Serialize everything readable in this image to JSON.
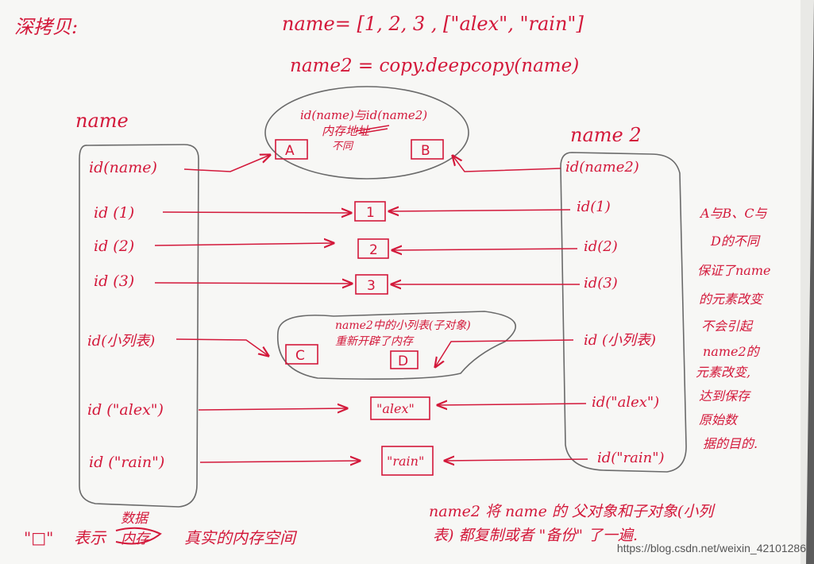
{
  "page_title": "深拷贝:",
  "code": {
    "line1": "name= [1, 2, 3 , [\"alex\", \"rain\"]",
    "line2": "name2 = copy.deepcopy(name)"
  },
  "left_column": {
    "label": "name",
    "items": [
      "id(name)",
      "id (1)",
      "id (2)",
      "id (3)",
      "id(小列表)",
      "id (\"alex\")",
      "id (\"rain\")"
    ]
  },
  "right_column": {
    "label": "name 2",
    "items": [
      "id(name2)",
      "id(1)",
      "id(2)",
      "id(3)",
      "id (小列表)",
      "id(\"alex\")",
      "id(\"rain\")"
    ]
  },
  "top_bubble": {
    "line1": "id(name)与id(name2)",
    "line2": "内存地址",
    "line3": "不同",
    "box_left": "A",
    "box_right": "B"
  },
  "value_boxes": [
    "1",
    "2",
    "3",
    "\"alex\"",
    "\"rain\""
  ],
  "mid_bubble": {
    "line1": "name2中的小列表(子对象)",
    "line2": "重新开辟了内存",
    "box_left": "C",
    "box_right": "D"
  },
  "side_note": [
    "A与B、C与",
    "D的不同",
    "保证了name",
    "的元素改变",
    "不会引起",
    "name2的",
    "元素改变,",
    "达到保存",
    "原始数",
    "据的目的."
  ],
  "bottom_left_note": {
    "symbol": "\"□\"",
    "text": "表示",
    "inserted": "数据",
    "crossed": "内存",
    "rest": "真实的内存空间"
  },
  "bottom_right_note": {
    "line1": "name2 将 name 的 父对象和子对象(小列",
    "line2": "表) 都复制或者 \"备份\" 了一遍."
  },
  "watermark": "https://blog.csdn.net/weixin_42101286",
  "colors": {
    "ink": "#d3183a",
    "pencil": "#6a6a6a",
    "paper": "#f7f7f5"
  }
}
